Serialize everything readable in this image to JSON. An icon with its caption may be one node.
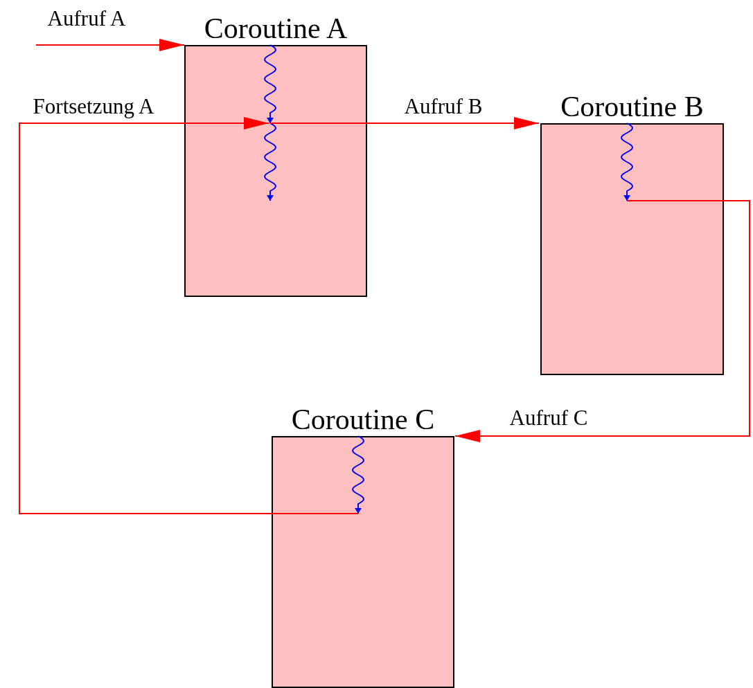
{
  "diagram": {
    "nodes": [
      {
        "text": [
          "Coroutine A"
        ]
      },
      {
        "text": [
          "Coroutine B"
        ]
      },
      {
        "text": [
          "Coroutine C"
        ]
      }
    ],
    "edges": [
      {
        "from": null,
        "to": 0,
        "arrow": "to",
        "label": "Aufruf A",
        "color": "#ff0000"
      },
      {
        "from": 0,
        "to": 1,
        "arrow": "to",
        "label": "Aufruf B",
        "color": "#ff0000"
      },
      {
        "from": 1,
        "to": 2,
        "arrow": "to",
        "label": "Aufruf C",
        "color": "#ff0000"
      },
      {
        "from": 2,
        "to": 0,
        "arrow": "to",
        "label": "Fortsetzung A",
        "color": "#ff0000"
      }
    ]
  }
}
